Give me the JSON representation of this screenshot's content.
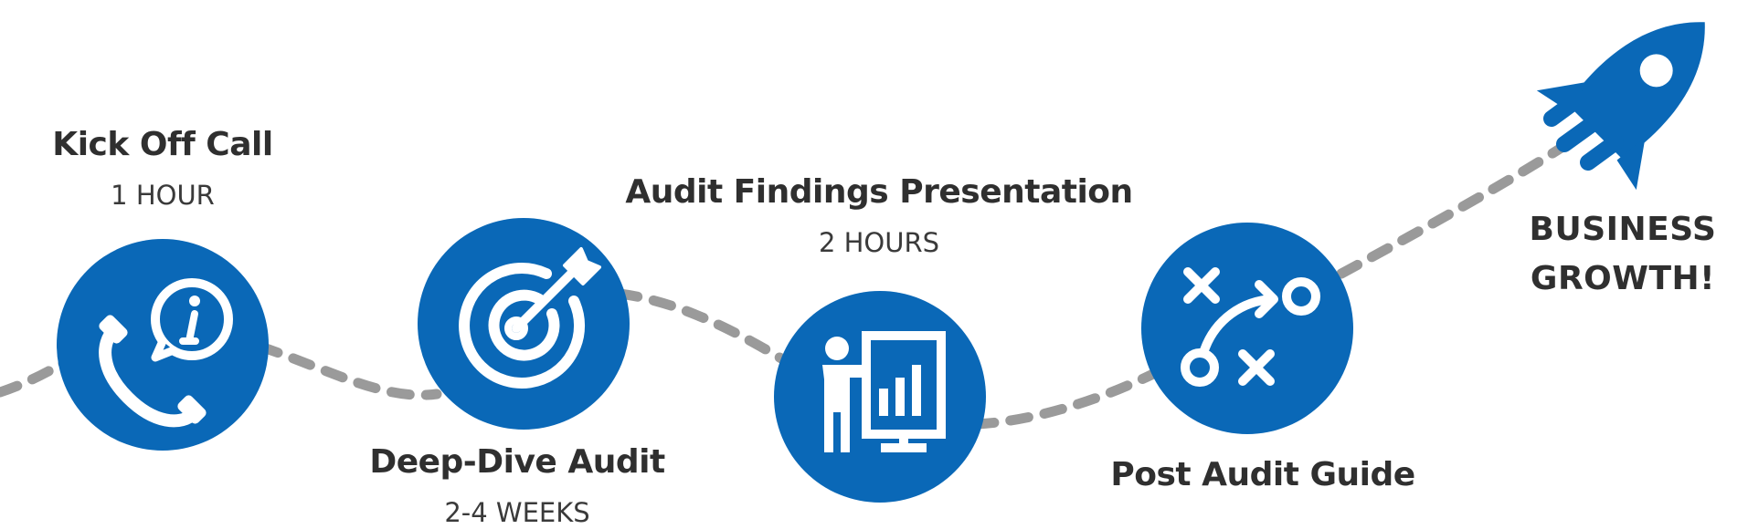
{
  "colors": {
    "circle": "#0a68b7",
    "path": "#9a9a9a",
    "icon": "#ffffff",
    "text": "#2f2f2f"
  },
  "steps": [
    {
      "title": "Kick Off Call",
      "duration": "1 HOUR",
      "icon": "phone-info-icon"
    },
    {
      "title": "Deep-Dive Audit",
      "duration": "2-4 WEEKS",
      "icon": "target-arrow-icon"
    },
    {
      "title": "Audit Findings Presentation",
      "duration": "2 HOURS",
      "icon": "presentation-icon"
    },
    {
      "title": "Post Audit Guide",
      "duration": "",
      "icon": "strategy-play-icon"
    }
  ],
  "goal": {
    "line1": "BUSINESS",
    "line2": "GROWTH!",
    "icon": "rocket-icon"
  }
}
